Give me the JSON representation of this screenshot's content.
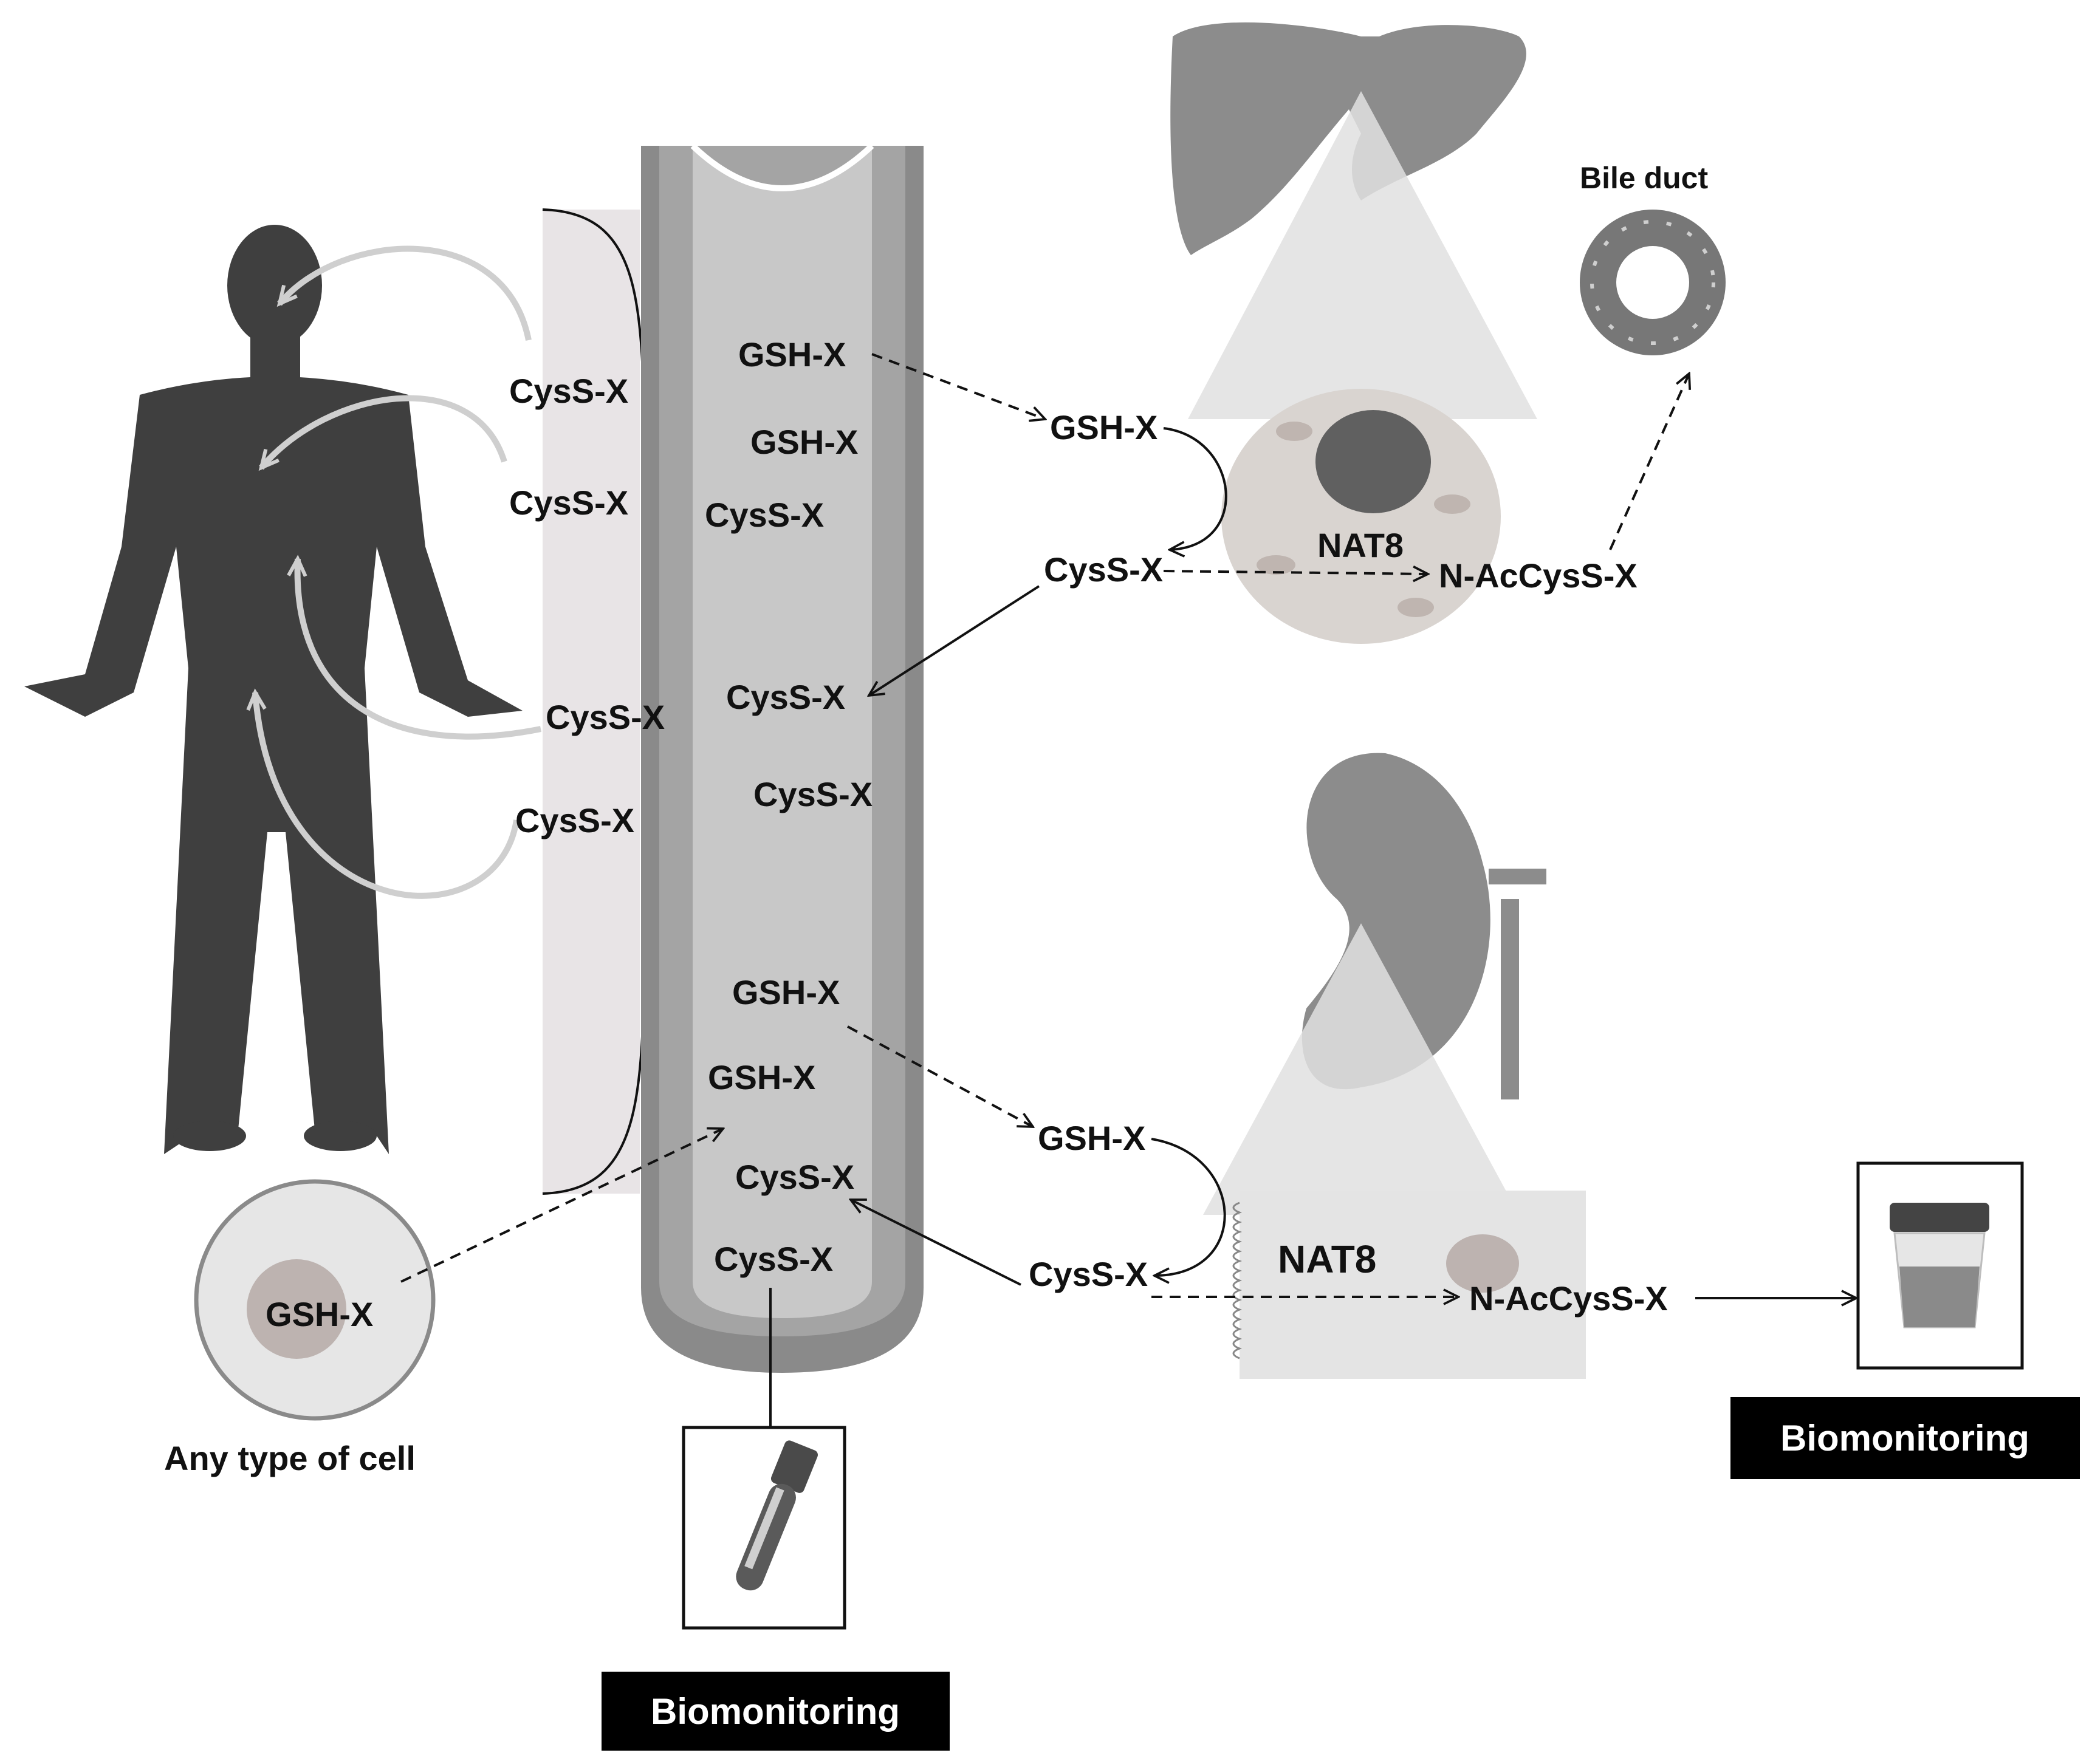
{
  "vessel_labels": {
    "gsh_top_1": "GSH-X",
    "gsh_top_2": "GSH-X",
    "cyss_top": "CysS-X",
    "cyss_mid_1": "CysS-X",
    "cyss_mid_2": "CysS-X",
    "gsh_low_1": "GSH-X",
    "gsh_low_2": "GSH-X",
    "cyss_low_1": "CysS-X",
    "cyss_low_2": "CysS-X"
  },
  "body_labels": {
    "cyss_1": "CysS-X",
    "cyss_2": "CysS-X",
    "cyss_3": "CysS-X",
    "cyss_4": "CysS-X"
  },
  "cell": {
    "label": "GSH-X",
    "caption": "Any type of cell"
  },
  "liver": {
    "gsh": "GSH-X",
    "cyss": "CysS-X",
    "nat8": "NAT8",
    "nac": "N-AcCysS-X",
    "bile_duct": "Bile duct"
  },
  "kidney": {
    "gsh": "GSH-X",
    "cyss": "CysS-X",
    "nat8": "NAT8",
    "nac": "N-AcCysS-X"
  },
  "biomonitoring": {
    "blood": "Biomonitoring",
    "urine": "Biomonitoring"
  },
  "colors": {
    "silhouette": "#3f3f3f",
    "vessel_wall": "#8a8a8a",
    "vessel_lumen": "#c8c8c8",
    "organ": "#8c8c8c",
    "cell_fill": "#d9d4d0",
    "label_box": "#000000"
  }
}
